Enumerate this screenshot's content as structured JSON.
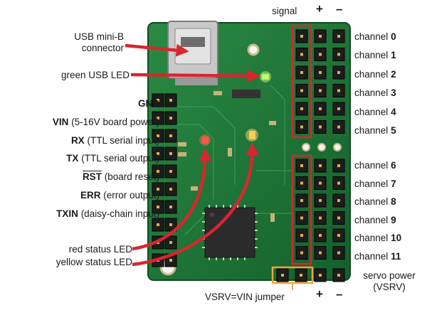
{
  "labels": {
    "usb_connector": [
      "USB mini-B",
      "connector"
    ],
    "green_led": "green USB LED",
    "red_led": "red status LED",
    "yellow_led": "yellow status LED",
    "jumper": "VSRV=VIN jumper",
    "signal": "signal",
    "plus": "+",
    "minus": "–"
  },
  "pins": [
    {
      "name": "GND",
      "desc": ""
    },
    {
      "name": "VIN",
      "desc": "(5-16V board power)"
    },
    {
      "name": "RX",
      "desc": "(TTL serial input)"
    },
    {
      "name": "TX",
      "desc": "(TTL serial output)"
    },
    {
      "name": "RST",
      "desc": "(board reset)"
    },
    {
      "name": "ERR",
      "desc": "(error output)"
    },
    {
      "name": "TXIN",
      "desc": "(daisy-chain input)"
    }
  ],
  "channels": [
    {
      "word": "channel",
      "num": "0"
    },
    {
      "word": "channel",
      "num": "1"
    },
    {
      "word": "channel",
      "num": "2"
    },
    {
      "word": "channel",
      "num": "3"
    },
    {
      "word": "channel",
      "num": "4"
    },
    {
      "word": "channel",
      "num": "5"
    },
    {
      "word": "channel",
      "num": "6"
    },
    {
      "word": "channel",
      "num": "7"
    },
    {
      "word": "channel",
      "num": "8"
    },
    {
      "word": "channel",
      "num": "9"
    },
    {
      "word": "channel",
      "num": "10"
    },
    {
      "word": "channel",
      "num": "11"
    }
  ],
  "servo_power": [
    "servo power",
    "(VSRV)"
  ],
  "colors": {
    "board": "#1f7a3a",
    "arrow": "#d8262f",
    "highlight_signal": "#d8262f",
    "highlight_jumper": "#f2a23a"
  }
}
